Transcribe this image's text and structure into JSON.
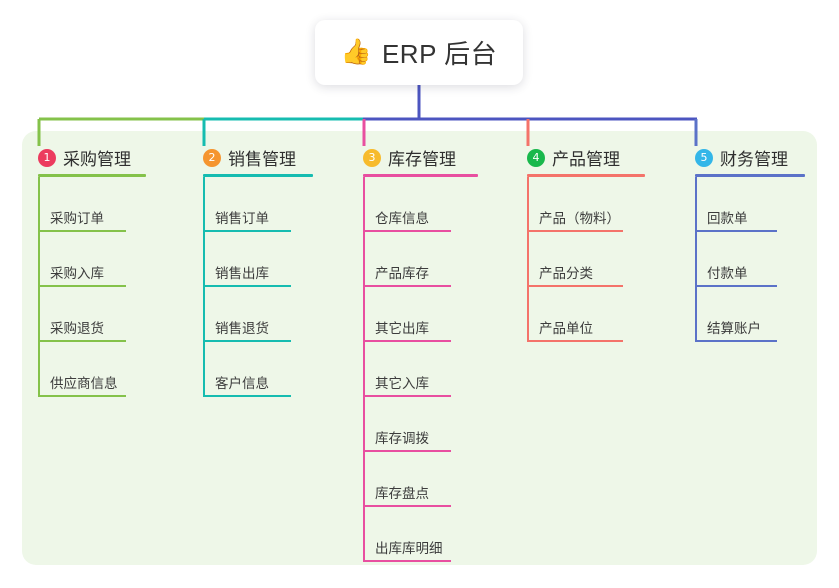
{
  "root": {
    "emoji": "👍",
    "icon_name": "thumbs-up-icon",
    "title": "ERP 后台"
  },
  "theme": {
    "panel_bg": "#eef7e8",
    "page_bg": "#ffffff",
    "root_bus": "#4c55c0"
  },
  "columns": [
    {
      "number": "1",
      "title": "采购管理",
      "badge_color": "#ec3b5e",
      "line_color": "#84c24a",
      "items": [
        {
          "label": "采购订单"
        },
        {
          "label": "采购入库"
        },
        {
          "label": "采购退货"
        },
        {
          "label": "供应商信息"
        }
      ]
    },
    {
      "number": "2",
      "title": "销售管理",
      "badge_color": "#f5952f",
      "line_color": "#16bcb0",
      "items": [
        {
          "label": "销售订单"
        },
        {
          "label": "销售出库"
        },
        {
          "label": "销售退货"
        },
        {
          "label": "客户信息"
        }
      ]
    },
    {
      "number": "3",
      "title": "库存管理",
      "badge_color": "#f7bb2c",
      "line_color": "#e84fa0",
      "items": [
        {
          "label": "仓库信息"
        },
        {
          "label": "产品库存"
        },
        {
          "label": "其它出库"
        },
        {
          "label": "其它入库"
        },
        {
          "label": "库存调拨"
        },
        {
          "label": "库存盘点"
        },
        {
          "label": "出库库明细"
        }
      ]
    },
    {
      "number": "4",
      "title": "产品管理",
      "badge_color": "#19b84c",
      "line_color": "#f4736a",
      "items": [
        {
          "label": "产品（物料）"
        },
        {
          "label": "产品分类"
        },
        {
          "label": "产品单位"
        }
      ]
    },
    {
      "number": "5",
      "title": "财务管理",
      "badge_color": "#33b6e8",
      "line_color": "#5b72c8",
      "items": [
        {
          "label": "回款单"
        },
        {
          "label": "付款单"
        },
        {
          "label": "结算账户"
        }
      ]
    }
  ]
}
